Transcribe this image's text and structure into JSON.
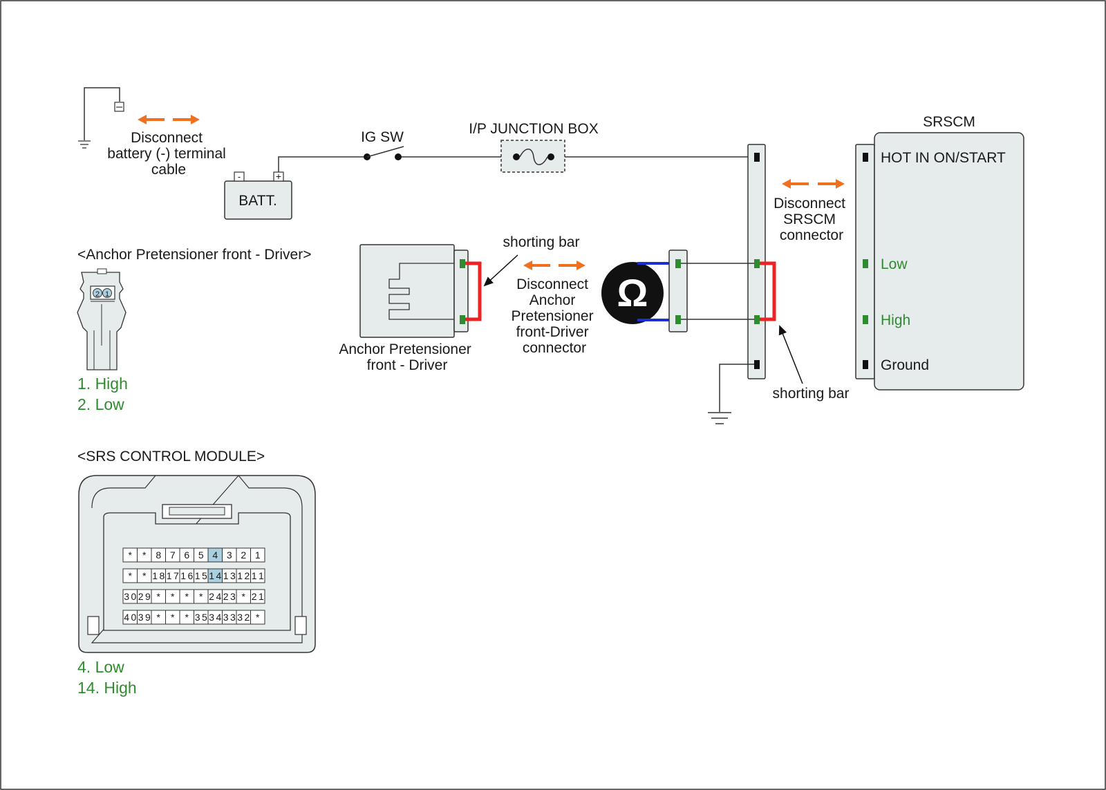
{
  "battery_section": {
    "disconnect_label": [
      "Disconnect",
      "battery (-) terminal",
      "cable"
    ],
    "batt_label": "BATT.",
    "minus_symbol": "-",
    "plus_symbol": "+"
  },
  "ig_switch_label": "IG SW",
  "junction_box_label": "I/P JUNCTION BOX",
  "srscm": {
    "title": "SRSCM",
    "hot_label": "HOT IN ON/START",
    "low_label": "Low",
    "high_label": "High",
    "ground_label": "Ground",
    "disconnect_label": [
      "Disconnect",
      "SRSCM",
      "connector"
    ]
  },
  "pretensioner": {
    "label": [
      "Anchor Pretensioner",
      "front - Driver"
    ],
    "shorting_bar_label": "shorting bar",
    "disconnect_label": [
      "Disconnect",
      "Anchor",
      "Pretensioner",
      "front-Driver",
      "connector"
    ]
  },
  "shorting_bar_label_right": "shorting bar",
  "ohmmeter_symbol": "Ω",
  "anchor_connector": {
    "title": "<Anchor Pretensioner front - Driver>",
    "pin_labels": [
      "2",
      "1"
    ],
    "legend": [
      "1. High",
      "2. Low"
    ]
  },
  "srs_module": {
    "title": "<SRS CONTROL MODULE>",
    "rows": [
      [
        "*",
        "*",
        "8",
        "7",
        "6",
        "5",
        "4",
        "3",
        "2",
        "1"
      ],
      [
        "*",
        "*",
        "18",
        "17",
        "16",
        "15",
        "14",
        "13",
        "12",
        "11"
      ],
      [
        "30",
        "29",
        "*",
        "*",
        "*",
        "*",
        "24",
        "23",
        "*",
        "21"
      ],
      [
        "40",
        "39",
        "*",
        "*",
        "*",
        "35",
        "34",
        "33",
        "32",
        "*"
      ]
    ],
    "highlighted": [
      "4",
      "14"
    ],
    "legend": [
      "4. Low",
      "14. High"
    ]
  },
  "colors": {
    "arrow": "#f07020",
    "shorting_bar": "#ee2222",
    "meter_lead": "#1a2fd0",
    "terminal": "#2e8b2e",
    "highlight": "#a9cfe0",
    "legend_text": "#2e8b2e"
  }
}
